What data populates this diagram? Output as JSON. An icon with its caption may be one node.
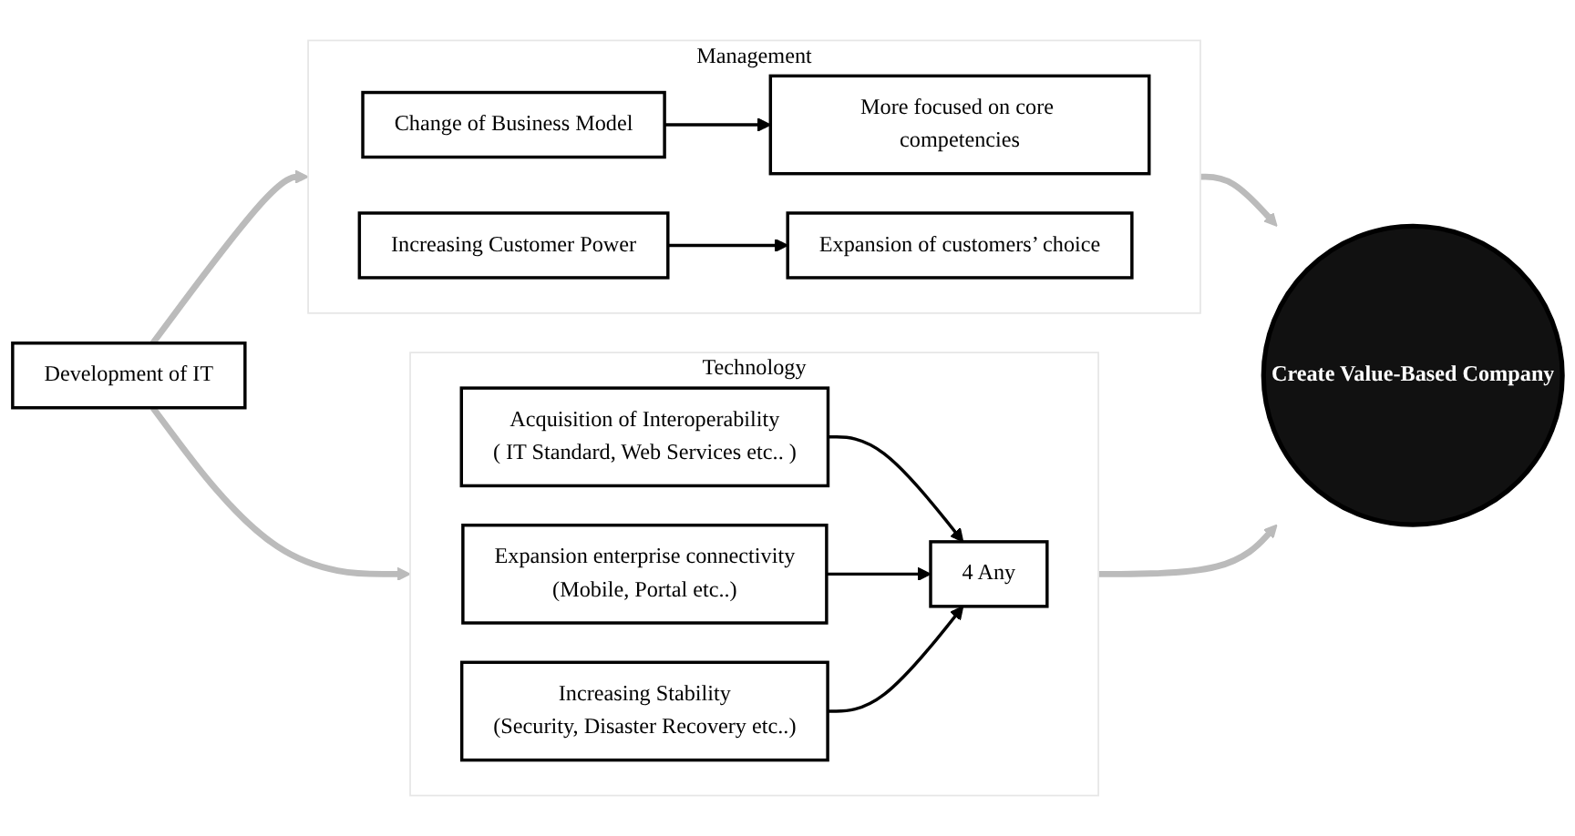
{
  "diagram": {
    "nodes": [
      {
        "text": [
          "Development of IT"
        ]
      },
      {
        "text": [
          "Management"
        ]
      },
      {
        "text": [
          "Change of Business Model"
        ],
        "in": 1
      },
      {
        "text": [
          "More focused on core competencies"
        ],
        "in": 1
      },
      {
        "text": [
          "Increasing Customer Power"
        ],
        "in": 1
      },
      {
        "text": [
          "Expansion of customers’ choice"
        ],
        "in": 1
      },
      {
        "text": [
          "Technology"
        ]
      },
      {
        "text": [
          "Acquisition of Interoperability",
          "( IT Standard, Web Services etc.. )"
        ],
        "in": 6
      },
      {
        "text": [
          "Expansion enterprise connectivity",
          "(Mobile, Portal etc..)"
        ],
        "in": 6
      },
      {
        "text": [
          "Increasing Stability",
          "(Security, Disaster Recovery etc..)"
        ],
        "in": 6
      },
      {
        "text": [
          "4 Any"
        ],
        "in": 6
      },
      {
        "text": [
          "Create Value-Based Company"
        ]
      }
    ],
    "edges": [
      {
        "from": 0,
        "to": 1,
        "arrow": "to",
        "style": "thick",
        "color": "#bbbbbb"
      },
      {
        "from": 0,
        "to": 6,
        "arrow": "to",
        "style": "thick",
        "color": "#bbbbbb"
      },
      {
        "from": 2,
        "to": 3,
        "arrow": "to"
      },
      {
        "from": 4,
        "to": 5,
        "arrow": "to"
      },
      {
        "from": 7,
        "to": 10,
        "arrow": "to"
      },
      {
        "from": 8,
        "to": 10,
        "arrow": "to"
      },
      {
        "from": 9,
        "to": 10,
        "arrow": "to"
      },
      {
        "from": 1,
        "to": 11,
        "arrow": "to",
        "style": "thick",
        "color": "#bbbbbb"
      },
      {
        "from": 6,
        "to": 11,
        "arrow": "to",
        "style": "thick",
        "color": "#bbbbbb"
      }
    ]
  }
}
